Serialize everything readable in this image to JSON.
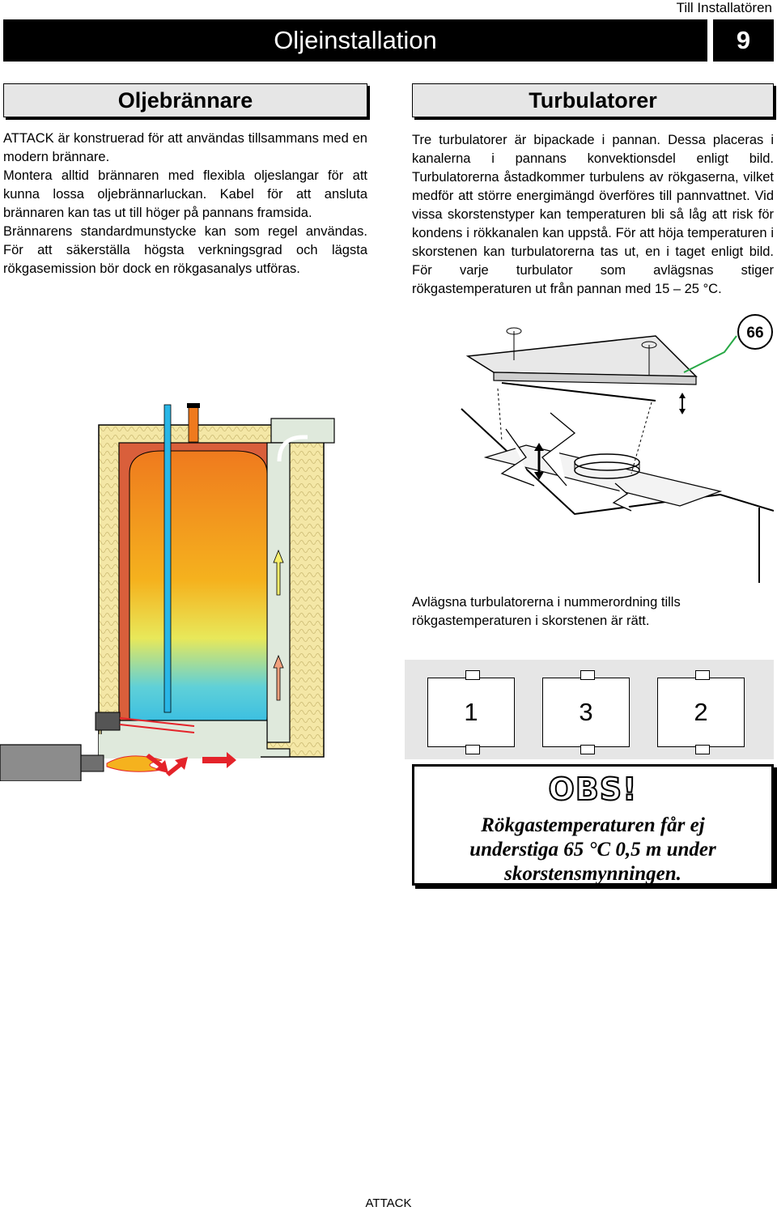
{
  "header": {
    "top_label": "Till Installatören",
    "title": "Oljeinstallation",
    "page_number": "9"
  },
  "left": {
    "heading": "Oljebrännare",
    "paragraphs": [
      "ATTACK är konstruerad för att användas tillsammans med en modern brännare.",
      "Montera alltid brännaren med flexibla oljeslangar för att kunna lossa oljebrännarluckan. Kabel för att ansluta brännaren kan tas ut till höger på pannans framsida.",
      "Brännarens standardmunstycke kan som regel användas. För att säkerställa högsta verkningsgrad och lägsta rökgasemission bör dock en rökgasanalys utföras."
    ]
  },
  "right": {
    "heading": "Turbulatorer",
    "paragraph": "Tre turbulatorer är bipackade i pannan. Dessa placeras i kanalerna i pannans konvektionsdel enligt bild. Turbulatorerna åstadkommer turbulens av rökgaserna, vilket medför att större energimängd överföres till pannvattnet. Vid vissa skorstenstyper kan temperaturen bli så låg att risk för kondens i rökkanalen kan uppstå. För att höja temperaturen i skorstenen kan turbulatorerna tas ut, en i taget enligt bild. För varje turbulator som avlägsnas stiger rökgastemperaturen ut från pannan med 15 – 25 °C.",
    "figure_number": "66",
    "caption": "Avlägsna turbulatorerna i nummerordning tills rökgastemperaturen i skorstenen är rätt.",
    "order_numbers": [
      "1",
      "3",
      "2"
    ]
  },
  "obs": {
    "title": "OBS!",
    "text": "Rökgastemperaturen får ej understiga 65 °C 0,5 m under skorstensmynningen."
  },
  "footer": {
    "brand": "ATTACK"
  },
  "colors": {
    "insulation": "#f4e7a6",
    "smoke_channel": "#dfe9dc",
    "boiler_shell": "#d95f3b",
    "hot_water": "#ef7a1e",
    "cold_water": "#29b6e6",
    "burner": "#8c8c8c",
    "flow_arrow": "#e4232a"
  }
}
